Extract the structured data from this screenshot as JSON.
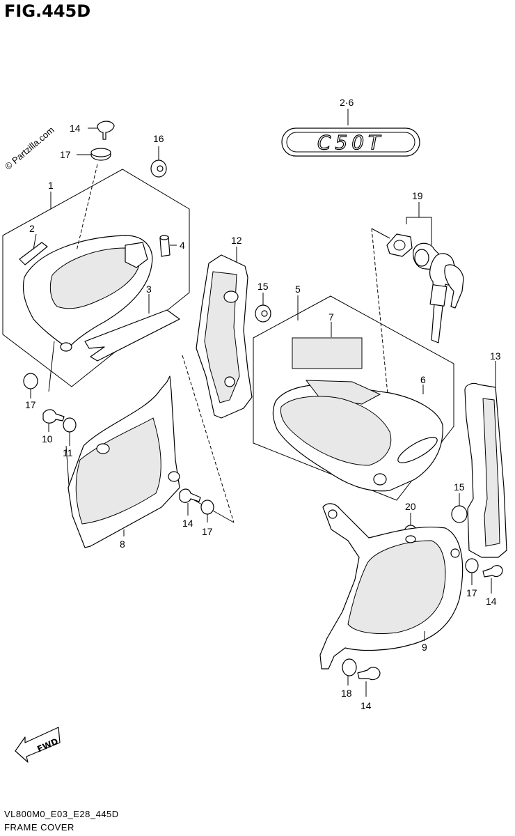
{
  "figure": {
    "title": "FIG.445D",
    "code": "VL800M0_E03_E28_445D",
    "caption": "FRAME COVER",
    "copyright": "© Partzilla.com",
    "emblem_text": "C50T",
    "fwd_text": "FWD"
  },
  "callouts": {
    "c1": "1",
    "c2": "2",
    "c3": "3",
    "c4": "4",
    "c5": "5",
    "c6": "6",
    "c7": "7",
    "c8": "8",
    "c9": "9",
    "c10": "10",
    "c11": "11",
    "c12": "12",
    "c13": "13",
    "c14a": "14",
    "c14b": "14",
    "c14c": "14",
    "c14d": "14",
    "c15a": "15",
    "c15b": "15",
    "c16": "16",
    "c17a": "17",
    "c17b": "17",
    "c17c": "17",
    "c17d": "17",
    "c18": "18",
    "c19": "19",
    "c20": "20",
    "c26": "2·6"
  }
}
